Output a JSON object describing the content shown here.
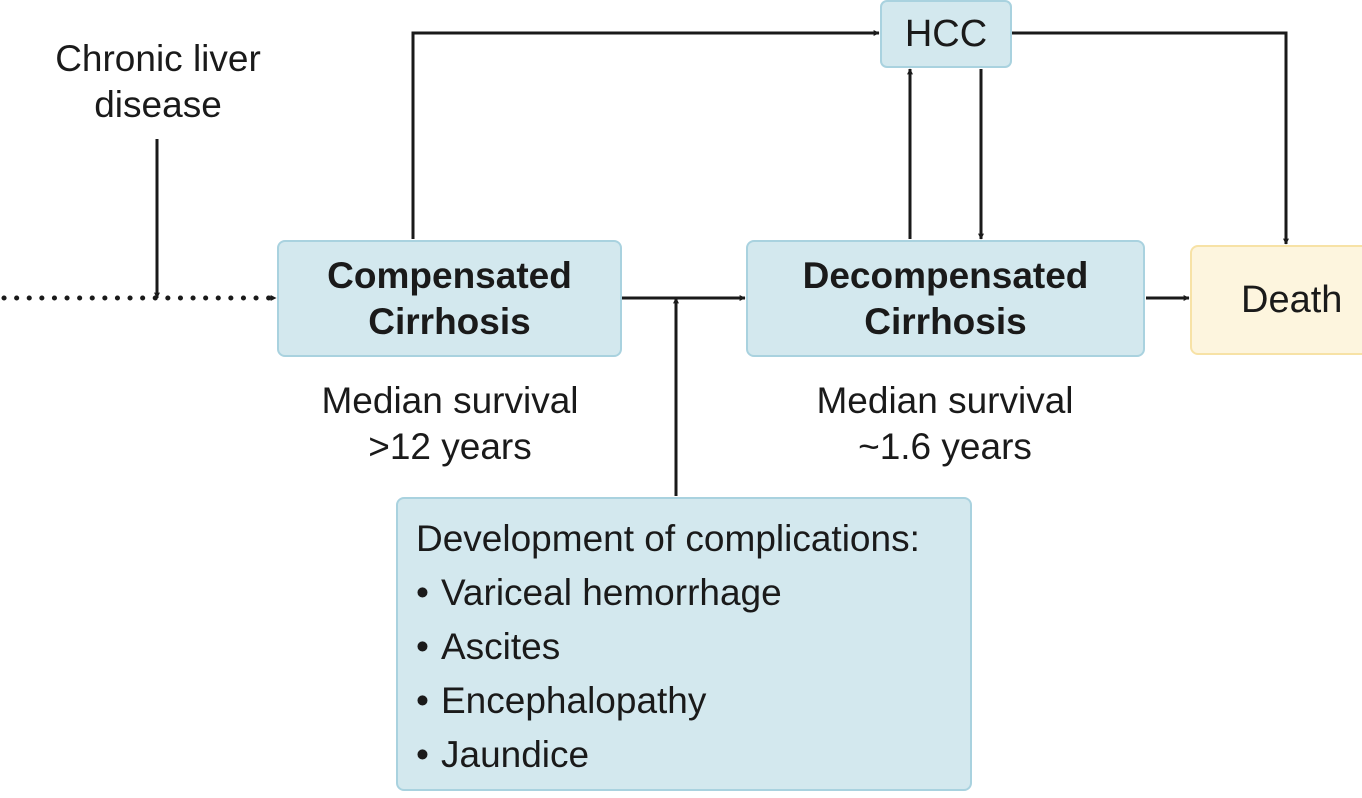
{
  "start": {
    "label_line1": "Chronic liver",
    "label_line2": "disease"
  },
  "hcc": {
    "label": "HCC"
  },
  "compensated": {
    "line1": "Compensated",
    "line2": "Cirrhosis",
    "survival_line1": "Median survival",
    "survival_line2": ">12 years"
  },
  "decompensated": {
    "line1": "Decompensated",
    "line2": "Cirrhosis",
    "survival_line1": "Median survival",
    "survival_line2": "~1.6 years"
  },
  "death": {
    "label": "Death"
  },
  "complications": {
    "heading": "Development of complications:",
    "bullet": "•",
    "items": [
      "Variceal hemorrhage",
      "Ascites",
      "Encephalopathy",
      "Jaundice"
    ]
  },
  "colors": {
    "box_fill": "#d3e8ee",
    "box_border": "#a9d2df",
    "death_fill": "#fdf5de",
    "death_border": "#f7e2a6",
    "line": "#1a1a1a"
  }
}
